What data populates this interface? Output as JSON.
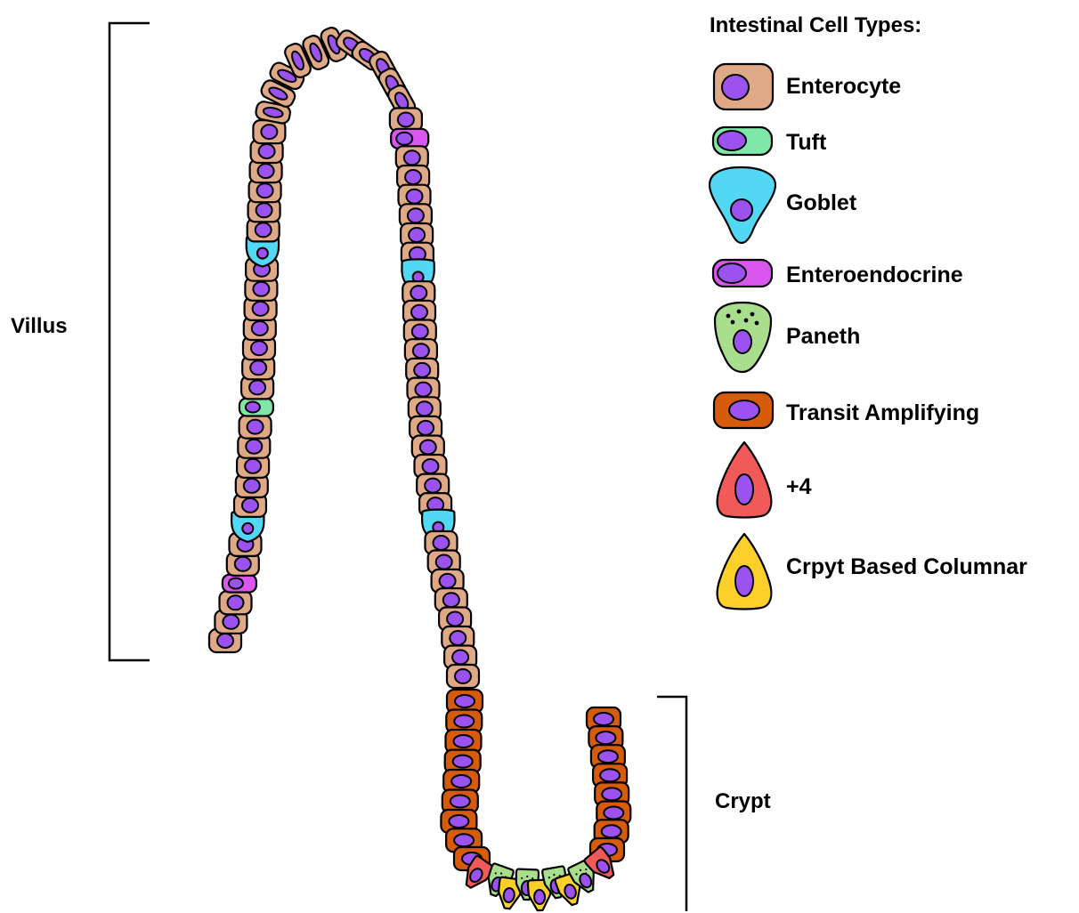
{
  "regions": {
    "villus": "Villus",
    "crypt": "Crypt"
  },
  "legend": {
    "title": "Intestinal Cell Types:",
    "items": [
      {
        "key": "enterocyte",
        "label": "Enterocyte",
        "fill": "#dfa886"
      },
      {
        "key": "tuft",
        "label": "Tuft",
        "fill": "#7fe8a8"
      },
      {
        "key": "goblet",
        "label": "Goblet",
        "fill": "#52d8f5"
      },
      {
        "key": "enteroendocrine",
        "label": "Enteroendocrine",
        "fill": "#d957ef"
      },
      {
        "key": "paneth",
        "label": "Paneth",
        "fill": "#a8de8c"
      },
      {
        "key": "transit",
        "label": "Transit Amplifying",
        "fill": "#d65b0c"
      },
      {
        "key": "plus4",
        "label": "+4",
        "fill": "#f25a5a"
      },
      {
        "key": "cbc",
        "label": "Crpyt Based Columnar",
        "fill": "#fccf2a"
      }
    ]
  },
  "colors": {
    "nucleus": "#9b52ee",
    "outline": "#000000",
    "paneth_granule": "#000000"
  }
}
